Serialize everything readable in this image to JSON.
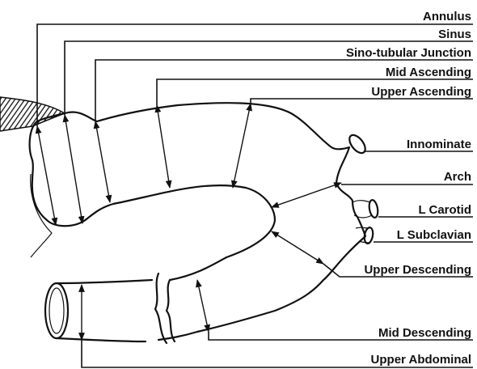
{
  "diagram": {
    "labels": {
      "annulus": "Annulus",
      "sinus": "Sinus",
      "sino_tubular": "Sino-tubular Junction",
      "mid_ascending": "Mid Ascending",
      "upper_ascending": "Upper Ascending",
      "innominate": "Innominate",
      "arch": "Arch",
      "l_carotid": "L Carotid",
      "l_subclavian": "L Subclavian",
      "upper_descending": "Upper Descending",
      "mid_descending": "Mid Descending",
      "upper_abdominal": "Upper Abdominal"
    },
    "colors": {
      "line": "#111111",
      "background": "#ffffff"
    }
  }
}
